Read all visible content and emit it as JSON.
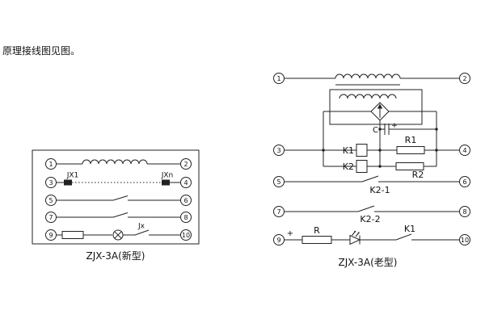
{
  "page": {
    "intro_text": "原理接线图见图。"
  },
  "terminal_numbers": [
    "1",
    "2",
    "3",
    "4",
    "5",
    "6",
    "7",
    "8",
    "9",
    "10"
  ],
  "left_diagram": {
    "caption": "ZJX-3A(新型)",
    "labels": {
      "jx1": "JX1",
      "jxn": "JXn",
      "jx": "Jx"
    }
  },
  "right_diagram": {
    "caption": "ZJX-3A(老型)",
    "labels": {
      "capacitor": "C",
      "capacitor_plus": "+",
      "k1_coil": "K1",
      "k2_coil": "K2",
      "r1": "R1",
      "r2": "R2",
      "contact_k2_1": "K2-1",
      "contact_k2_2": "K2-2",
      "battery_plus": "+",
      "resistor_r": "R",
      "contact_k1": "K1"
    }
  }
}
